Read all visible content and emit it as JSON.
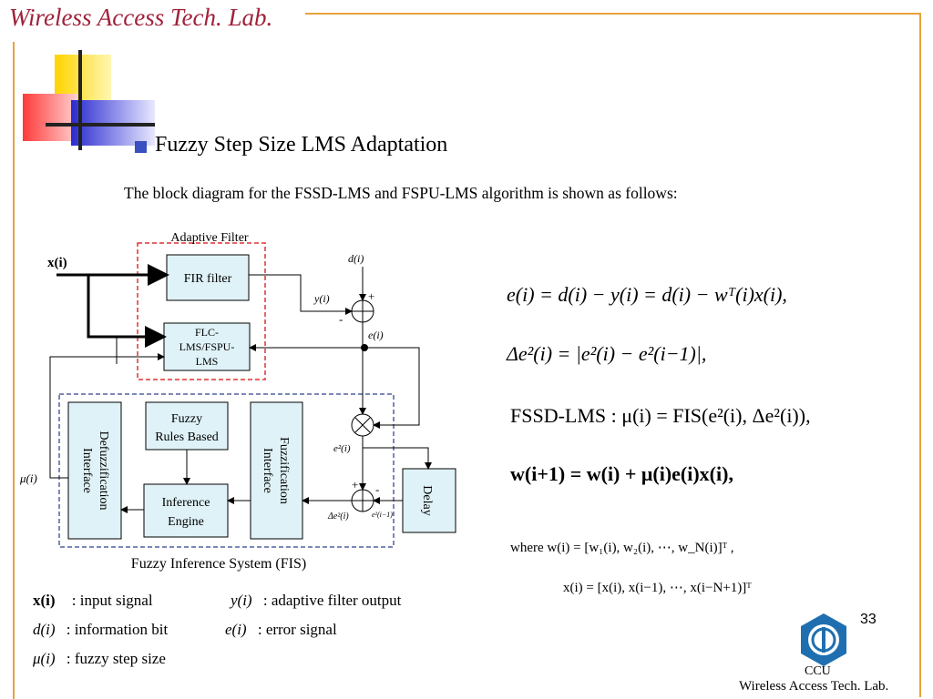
{
  "header": {
    "title": "Wireless Access Tech. Lab."
  },
  "slide": {
    "title": "Fuzzy Step Size LMS Adaptation",
    "intro": "The block diagram for the FSSD-LMS and FSPU-LMS algorithm is shown as follows:",
    "page_number": "33"
  },
  "diagram": {
    "adaptive_filter_label": "Adaptive Filter",
    "fir_filter": "FIR filter",
    "flc_lines": [
      "FLC-",
      "LMS/FSPU-",
      "LMS"
    ],
    "fuzzy_rules_lines": [
      "Fuzzy",
      "Rules Based"
    ],
    "inference_lines": [
      "Inference",
      "Engine"
    ],
    "defuzz_lines": [
      "Defuzzification",
      "Interface"
    ],
    "fuzz_lines": [
      "Fuzzification",
      "Interface"
    ],
    "delay": "Delay",
    "fis_label": "Fuzzy Inference System (FIS)",
    "input_x": "x(i)",
    "signal_d": "d(i)",
    "signal_y": "y(i)",
    "signal_e": "e(i)",
    "signal_e2": "e²(i)",
    "signal_de2": "Δe²(i)",
    "signal_e2_prev": "e²(i−1)",
    "signal_mu": "μ(i)",
    "plus": "+",
    "minus": "-"
  },
  "equations": {
    "error": "e(i) = d(i) − y(i) = d(i) − wᵀ(i)x(i),",
    "delta": "Δe²(i) = |e²(i) − e²(i−1)|,",
    "fssd": "FSSD-LMS : μ(i) = FIS(e²(i), Δe²(i)),",
    "update": "w(i+1) = w(i) + μ(i)e(i)x(i),",
    "where_w": "where  w(i) = [w₁(i), w₂(i), ⋯, w_N(i)]ᵀ ,",
    "where_x": "x(i) = [x(i), x(i−1), ⋯, x(i−N+1)]ᵀ"
  },
  "legend": {
    "row1_sym1": "x(i)",
    "row1_desc1": ": input signal",
    "row1_sym2": "y(i)",
    "row1_desc2": ": adaptive filter output",
    "row2_sym1": "d(i)",
    "row2_desc1": ":  information bit",
    "row2_sym2": "e(i)",
    "row2_desc2": ":  error signal",
    "row3_sym1": "μ(i)",
    "row3_desc1": ":  fuzzy step size"
  },
  "footer": {
    "org": "CCU",
    "lab": "Wireless Access Tech. Lab."
  },
  "colors": {
    "title_red": "#a0203a",
    "frame_orange": "#e8a33a",
    "box_fill": "#dff2f7",
    "dash_red": "#e03030",
    "dash_blue": "#5060a0",
    "bullet_blue": "#3a4fc0",
    "logo_blue": "#1f6fb0"
  }
}
